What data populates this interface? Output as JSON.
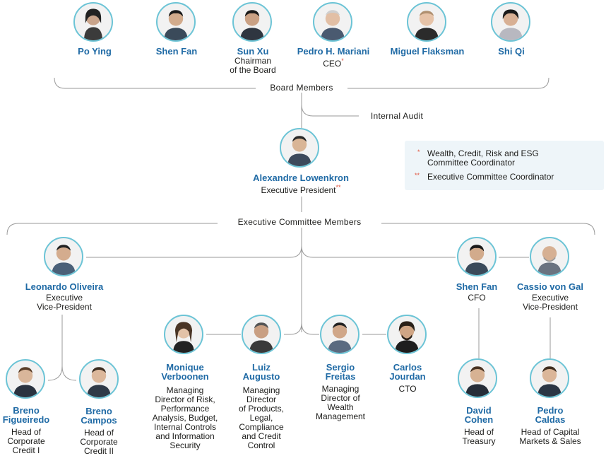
{
  "board": {
    "label": "Board Members",
    "members": [
      {
        "name": "Po Ying",
        "role": ""
      },
      {
        "name": "Shen Fan",
        "role": ""
      },
      {
        "name": "Sun Xu",
        "role": "Chairman\nof the Board"
      },
      {
        "name": "Pedro H. Mariani",
        "role": "CEO",
        "mark": "*"
      },
      {
        "name": "Miguel Flaksman",
        "role": ""
      },
      {
        "name": "Shi Qi",
        "role": ""
      }
    ]
  },
  "internal_audit": "Internal Audit",
  "president": {
    "name": "Alexandre Lowenkron",
    "role": "Executive President",
    "mark": "**"
  },
  "legend": [
    {
      "mark": "*",
      "text": "Wealth, Credit, Risk and ESG\nCommittee Coordinator"
    },
    {
      "mark": "**",
      "text": "Executive Committee Coordinator"
    }
  ],
  "executive": {
    "label": "Executive Committee Members",
    "members": [
      {
        "name": "Leonardo Oliveira",
        "role": "Executive\nVice-President"
      },
      {
        "name": "Monique\nVerboonen",
        "role": "Managing\nDirector of Risk,\nPerformance\nAnalysis, Budget,\nInternal Controls\nand Information\nSecurity"
      },
      {
        "name": "Luiz\nAugusto",
        "role": "Managing\nDirector\nof Products,\nLegal,\nCompliance\nand Credit\nControl"
      },
      {
        "name": "Sergio\nFreitas",
        "role": "Managing\nDirector of\nWealth\nManagement"
      },
      {
        "name": "Carlos\nJourdan",
        "role": "CTO"
      },
      {
        "name": "Shen Fan",
        "role": "CFO"
      },
      {
        "name": "Cassio von Gal",
        "role": "Executive\nVice-President"
      }
    ]
  },
  "reports": [
    {
      "name": "Breno\nFigueiredo",
      "role": "Head of\nCorporate\nCredit I"
    },
    {
      "name": "Breno\nCampos",
      "role": "Head of\nCorporate\nCredit II"
    },
    {
      "name": "David\nCohen",
      "role": "Head of\nTreasury"
    },
    {
      "name": "Pedro\nCaldas",
      "role": "Head of Capital\nMarkets & Sales"
    }
  ],
  "colors": {
    "accent": "#1f6aa5",
    "ring": "#6cc4d6",
    "line": "#9a9a9a",
    "mark": "#e0533d",
    "legend_bg": "#eef5f9"
  }
}
